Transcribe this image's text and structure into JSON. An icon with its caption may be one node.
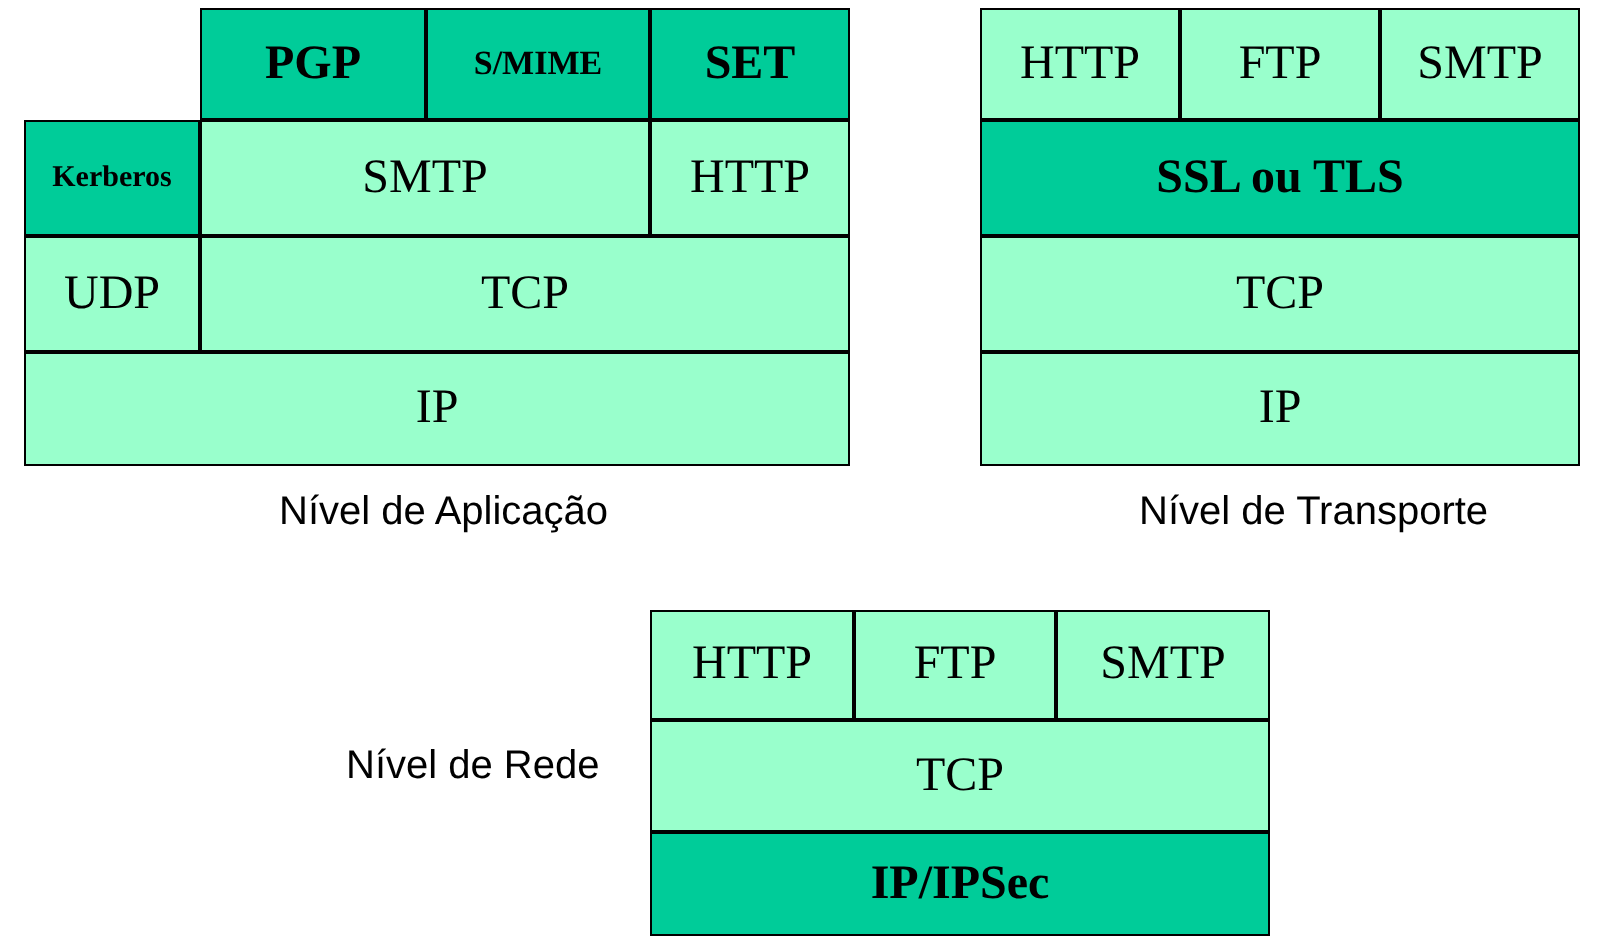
{
  "diagram": {
    "nodes": [
      {
        "text": [
          "PGP"
        ]
      },
      {
        "text": [
          "S/MIME"
        ]
      },
      {
        "text": [
          "SET"
        ]
      },
      {
        "text": [
          "Kerberos"
        ]
      },
      {
        "text": [
          "SMTP"
        ]
      },
      {
        "text": [
          "HTTP"
        ]
      },
      {
        "text": [
          "UDP"
        ]
      },
      {
        "text": [
          "TCP"
        ]
      },
      {
        "text": [
          "IP"
        ]
      },
      {
        "text": [
          "HTTP"
        ]
      },
      {
        "text": [
          "FTP"
        ]
      },
      {
        "text": [
          "SMTP"
        ]
      },
      {
        "text": [
          "SSL ou TLS"
        ]
      },
      {
        "text": [
          "TCP"
        ]
      },
      {
        "text": [
          "IP"
        ]
      },
      {
        "text": [
          "HTTP"
        ]
      },
      {
        "text": [
          "FTP"
        ]
      },
      {
        "text": [
          "SMTP"
        ]
      },
      {
        "text": [
          "TCP"
        ]
      },
      {
        "text": [
          "IP/IPSec"
        ]
      }
    ],
    "labels": [
      "Nível de Aplicação",
      "Nível de Transporte",
      "Nível de Rede"
    ]
  }
}
